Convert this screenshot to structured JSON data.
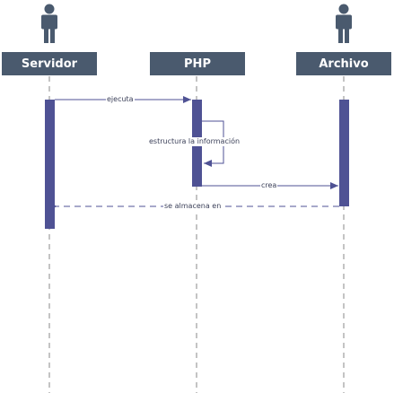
{
  "participants": [
    {
      "id": "servidor",
      "label": "Servidor"
    },
    {
      "id": "php",
      "label": "PHP"
    },
    {
      "id": "archivo",
      "label": "Archivo"
    }
  ],
  "messages": [
    {
      "label": "ejecuta",
      "from": "servidor",
      "to": "php",
      "style": "solid"
    },
    {
      "label": "estructura la información",
      "from": "php",
      "to": "php",
      "style": "self"
    },
    {
      "label": "crea",
      "from": "php",
      "to": "archivo",
      "style": "solid"
    },
    {
      "label": "se almacena en",
      "from": "archivo",
      "to": "servidor",
      "style": "dashed"
    }
  ],
  "colors": {
    "actor": "#4a5a6e",
    "activation": "#4f5294",
    "line": "#4f5294",
    "lifeline": "#888888"
  }
}
